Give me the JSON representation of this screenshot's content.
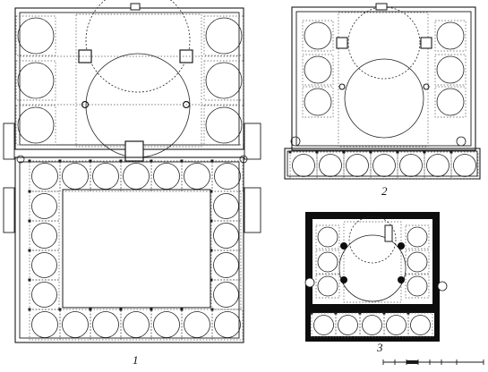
{
  "labels": {
    "plan1": "1",
    "plan2": "2",
    "plan3": "3"
  },
  "colors": {
    "ink": "#1a1a1a",
    "wall_fill": "#ffffff",
    "solid_wall": "#0d0d0d",
    "dome_line": "#222222",
    "dotted_line": "#555555"
  }
}
